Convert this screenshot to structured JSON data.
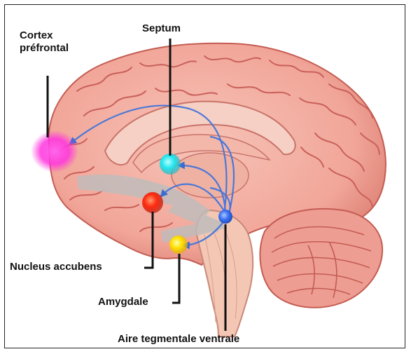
{
  "labels": {
    "cortex_line1": "Cortex",
    "cortex_line2": "préfrontal",
    "septum": "Septum",
    "nucleus": "Nucleus accubens",
    "amygdale": "Amygdale",
    "atv": "Aire tegmentale ventrale"
  },
  "colors": {
    "brain": "#f3aa9c",
    "brain_dark": "#d9796d",
    "gyri": "#c9605a",
    "cerebellum": "#ee9d93",
    "stem": "#f3c7b3",
    "pathway": "#4a78d8",
    "cortex_spot": "#ff44dd",
    "septum_spot": "#22e6ee",
    "nucleus_spot": "#ff2a10",
    "amygdale_spot": "#ffe000",
    "atv_spot": "#3a6ff0",
    "gray_path": "#b9b9b9"
  }
}
